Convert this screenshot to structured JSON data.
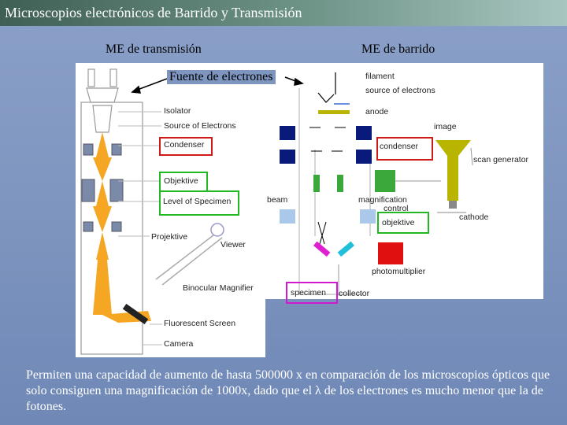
{
  "slide": {
    "title": "Microscopios electrónicos de Barrido y Transmisión",
    "heading_left": "ME de transmisión",
    "heading_right": "ME de barrido",
    "source_label": "Fuente de electrones",
    "body_text": "Permiten una capacidad de aumento de hasta 500000 x en comparación de los microscopios ópticos que solo consiguen una magnificación de 1000x, dado que el λ de los electrones es mucho menor que la de fotones."
  },
  "tem_labels": {
    "isolator": "Isolator",
    "source": "Source of Electrons",
    "condenser": "Condenser",
    "objective": "Objektive",
    "specimen_level": "Level of Specimen",
    "projective": "Projektive",
    "viewer": "Viewer",
    "binocular": "Binocular Magnifier",
    "screen": "Fluorescent Screen",
    "camera": "Camera"
  },
  "sem_labels": {
    "filament": "filament",
    "source": "source of electrons",
    "anode": "anode",
    "image": "image",
    "condenser": "condenser",
    "scan_generator": "scan generator",
    "beam": "beam",
    "magnification": "magnification",
    "control": "control",
    "objective": "objektive",
    "cathode": "cathode",
    "photomultiplier": "photomultiplier",
    "specimen": "specimen",
    "collector": "collector"
  },
  "colors": {
    "highlight_red": "#d01a1a",
    "highlight_green": "#22b822",
    "highlight_magenta": "#d01ad0",
    "beam_orange": "#f5a623",
    "lens_navy": "#0a1a7a",
    "green_block": "#3aa83a",
    "olive": "#b8b400"
  }
}
